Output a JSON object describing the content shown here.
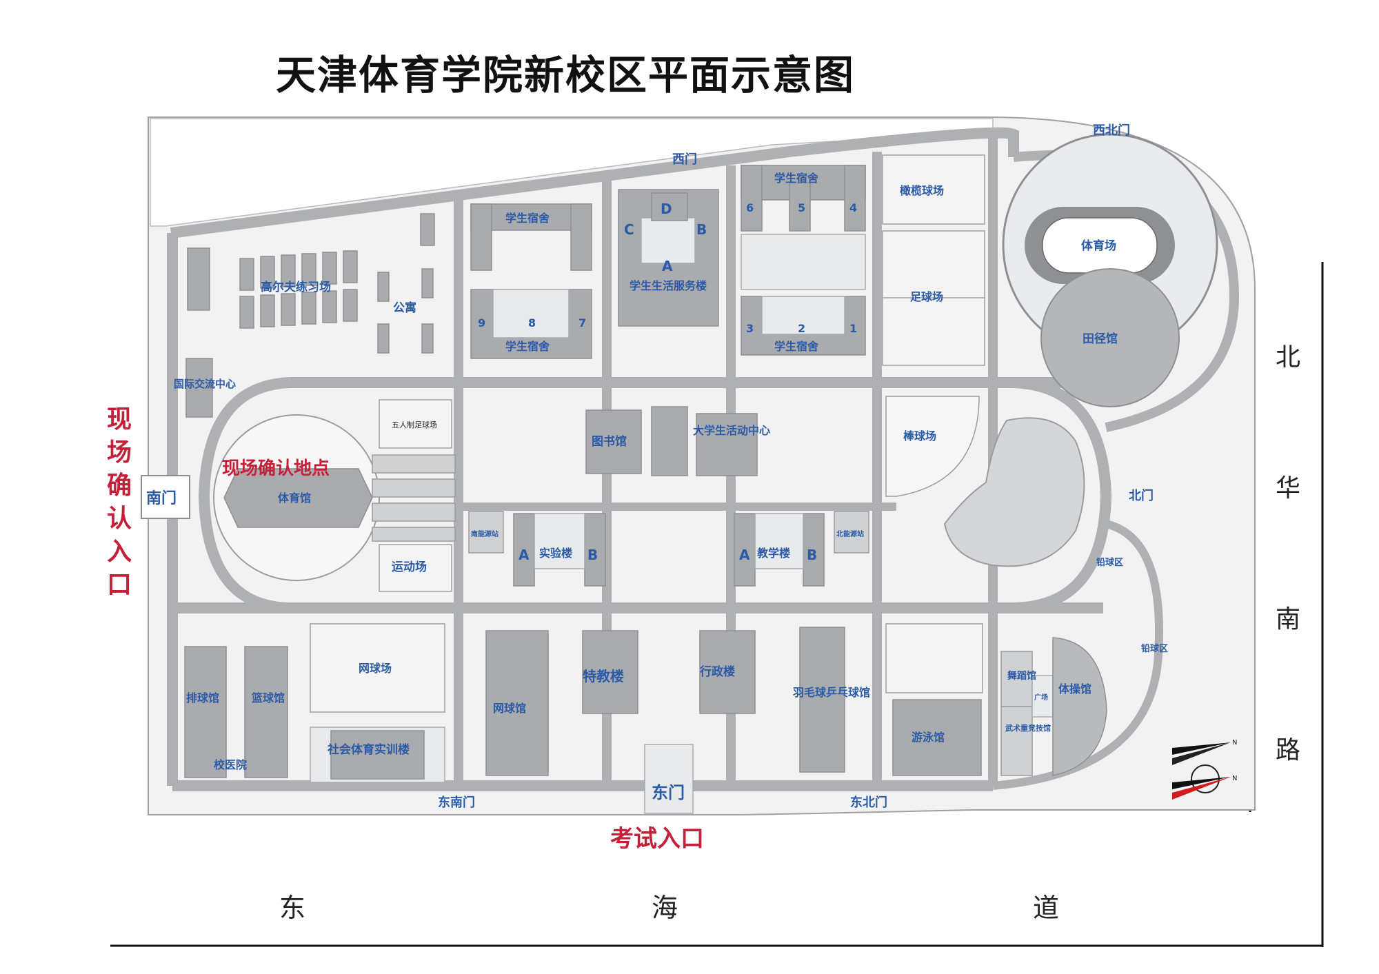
{
  "title": "天津体育学院新校区平面示意图",
  "roads": {
    "east": "东",
    "sea": "海",
    "dao": "道",
    "north": "北",
    "hua": "华",
    "nan": "南",
    "lu": "路"
  },
  "gates": {
    "west": "西门",
    "northwest": "西北门",
    "north": "北门",
    "south": "南门",
    "east": "东门",
    "east_south": "东南门",
    "east_north": "东北门"
  },
  "highlights": {
    "confirm_entrance": "现场确认入口",
    "confirm_location": "现场确认地点",
    "exam_entrance": "考试入口"
  },
  "buildings": {
    "dorm_a": "学生宿舍",
    "dorm_b": "学生宿舍",
    "dorm_c": "学生宿舍",
    "dorm_d": "学生宿舍",
    "dorm_nums_left": [
      "9",
      "8",
      "7"
    ],
    "dorm_nums_top": [
      "6",
      "5",
      "4"
    ],
    "dorm_nums_bottom": [
      "3",
      "2",
      "1"
    ],
    "service_a": "A",
    "service_b": "B",
    "service_c": "C",
    "service_d": "D",
    "service": "学生生活服务楼",
    "golf": "高尔夫练习场",
    "apartment": "公寓",
    "intl": "国际交流中心",
    "rugby": "橄榄球场",
    "football": "足球场",
    "stadium": "体育场",
    "track_hall": "田径馆",
    "library": "图书馆",
    "activity": "大学生活动中心",
    "five_a_side": "五人制足球场",
    "gym": "体育馆",
    "sports_field": "运动场",
    "south_energy": "南能源站",
    "north_energy": "北能源站",
    "lab": "实验楼",
    "lab_a": "A",
    "lab_b": "B",
    "teach": "教学楼",
    "teach_a": "A",
    "teach_b": "B",
    "baseball": "棒球场",
    "tennis_court": "网球场",
    "tennis_hall": "网球馆",
    "special": "特教楼",
    "admin": "行政楼",
    "badminton": "羽毛球乒乓球馆",
    "volleyball": "排球馆",
    "basketball": "篮球馆",
    "clinic": "校医院",
    "social": "社会体育实训楼",
    "swim": "游泳馆",
    "dance": "舞蹈馆",
    "square": "广场",
    "martial": "武术重竞技馆",
    "gymnastics": "体操馆",
    "shot_a": "铅球区",
    "shot_b": "铅球区"
  },
  "compass": {
    "n1": "N",
    "n2": "N"
  },
  "colors": {
    "accent_blue": "#2b5aa6",
    "accent_red": "#c4203a",
    "building": "#a9abae",
    "road": "#aeb0b3"
  }
}
